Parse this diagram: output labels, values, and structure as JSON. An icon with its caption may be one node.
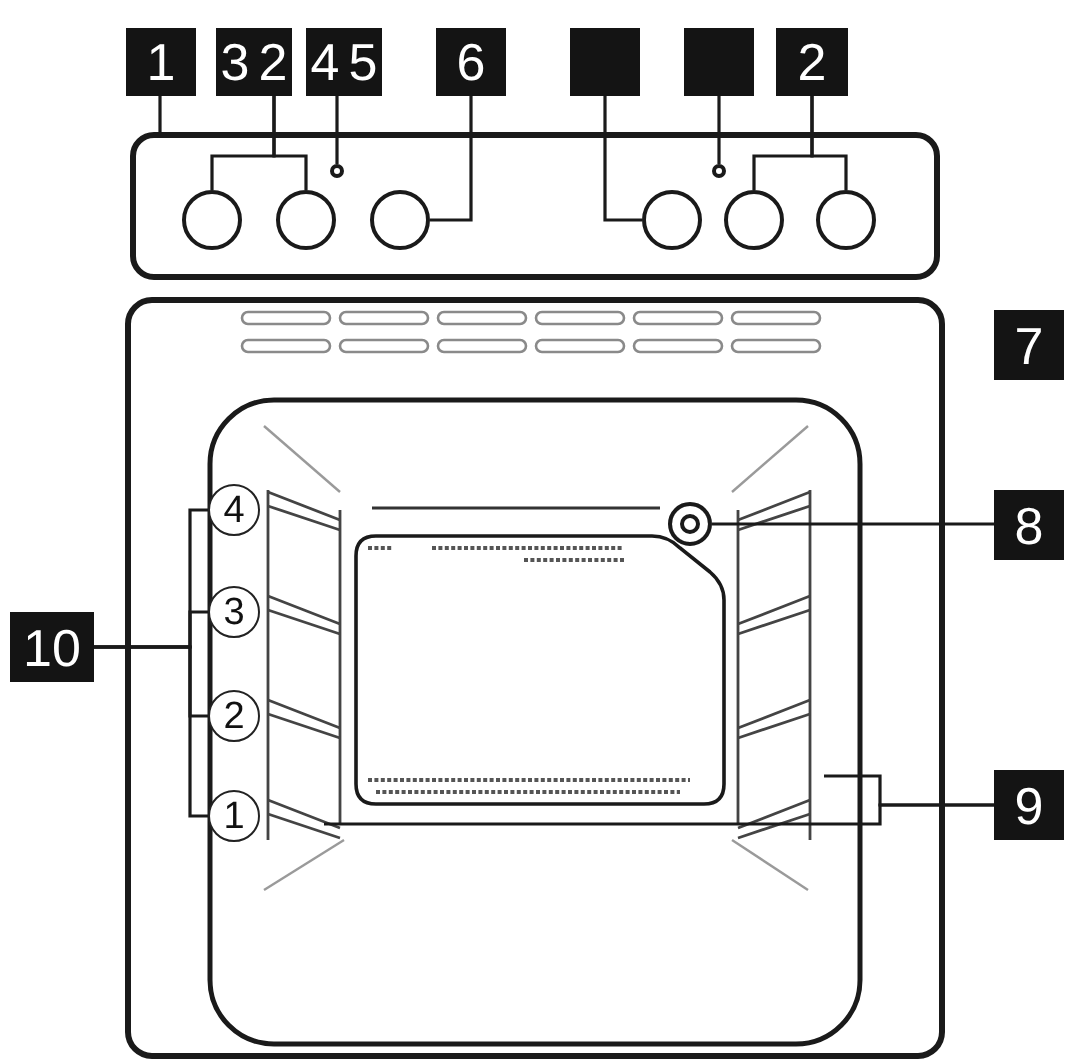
{
  "diagram": {
    "nodes": [
      {
        "text": [
          "1"
        ]
      },
      {
        "text": [
          "3"
        ]
      },
      {
        "text": [
          "2"
        ]
      },
      {
        "text": [
          "4"
        ]
      },
      {
        "text": [
          "5"
        ]
      },
      {
        "text": [
          "6"
        ]
      },
      {
        "text": [],
        "shape": "box"
      },
      {
        "text": [],
        "shape": "box"
      },
      {
        "text": [
          "2"
        ]
      },
      {
        "text": [],
        "shape": "box"
      },
      {
        "text": [],
        "shape": "circle",
        "in": 9
      },
      {
        "text": [],
        "shape": "circle",
        "in": 9
      },
      {
        "text": [],
        "shape": "circle",
        "in": 9
      },
      {
        "text": [],
        "shape": "circle",
        "in": 9
      },
      {
        "text": [],
        "shape": "circle",
        "in": 9
      },
      {
        "text": [],
        "shape": "circle",
        "in": 9
      },
      {
        "text": [],
        "shape": "circle",
        "in": 9
      },
      {
        "text": [],
        "shape": "circle",
        "in": 9
      },
      {
        "text": [
          "7"
        ]
      },
      {
        "text": [
          "8"
        ]
      },
      {
        "text": [],
        "shape": "circle"
      },
      {
        "text": [
          "9"
        ]
      },
      {
        "text": [
          "10"
        ]
      },
      {
        "text": [
          "4"
        ]
      },
      {
        "text": [
          "3"
        ]
      },
      {
        "text": [
          "2"
        ]
      },
      {
        "text": [
          "1"
        ]
      }
    ],
    "edges": [
      {
        "from": 0,
        "to": 9,
        "arrow": "none"
      },
      {
        "from": 2,
        "to": 10,
        "arrow": "none"
      },
      {
        "from": 2,
        "to": 11,
        "arrow": "none"
      },
      {
        "from": 3,
        "to": 12,
        "arrow": "none"
      },
      {
        "from": 5,
        "to": 13,
        "arrow": "none"
      },
      {
        "from": 6,
        "to": 14,
        "arrow": "none"
      },
      {
        "from": 7,
        "to": 15,
        "arrow": "none"
      },
      {
        "from": 8,
        "to": 16,
        "arrow": "none"
      },
      {
        "from": 8,
        "to": 17,
        "arrow": "none"
      },
      {
        "from": 19,
        "to": 20,
        "arrow": "none"
      },
      {
        "from": 21,
        "to": null,
        "arrow": "none"
      },
      {
        "from": 21,
        "to": null,
        "arrow": "none"
      },
      {
        "from": 22,
        "to": 23,
        "arrow": "none"
      },
      {
        "from": 22,
        "to": 24,
        "arrow": "none"
      },
      {
        "from": 22,
        "to": 25,
        "arrow": "none"
      },
      {
        "from": 22,
        "to": 26,
        "arrow": "none"
      }
    ]
  }
}
